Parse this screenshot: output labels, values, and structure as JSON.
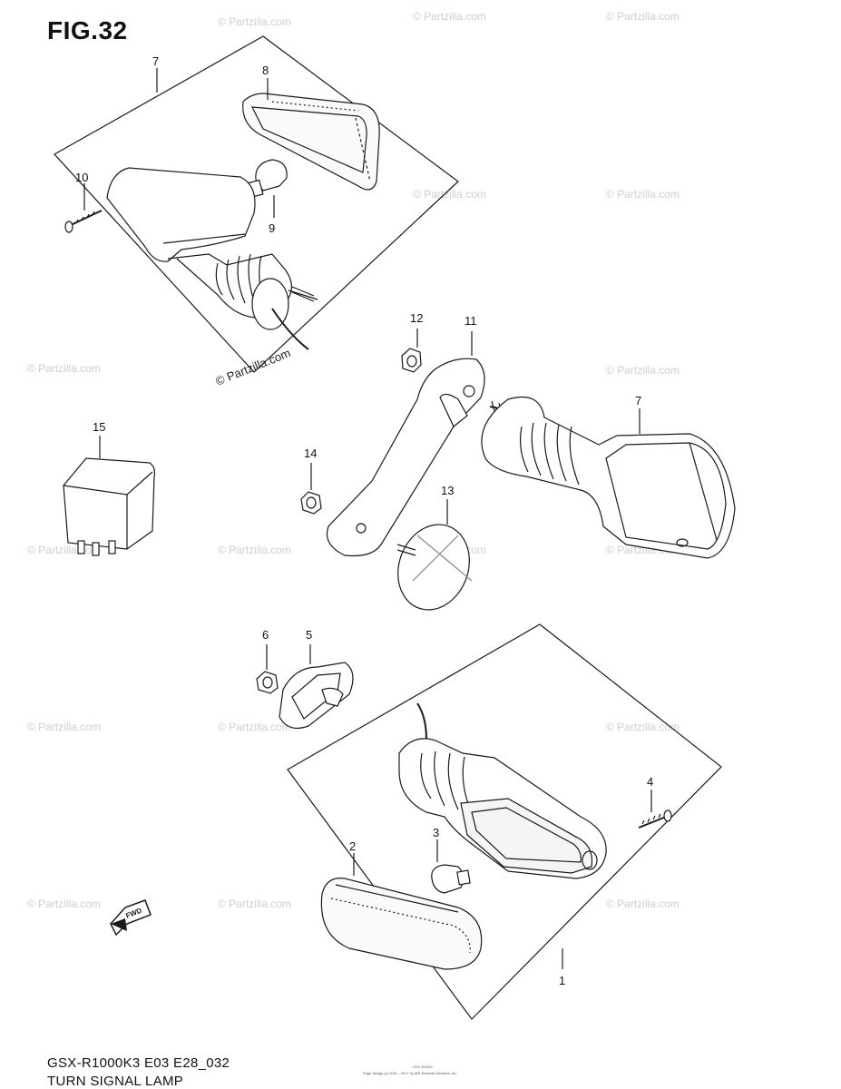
{
  "figure": {
    "title": "FIG.32"
  },
  "footer": {
    "model_code": "GSX-R1000K3 E03 E28_032",
    "section_name": "TURN SIGNAL LAMP",
    "small_text_1": "GSX-R1000",
    "small_text_2": "Page design (c) 2001 - 2017 by ARI Network Services, Inc."
  },
  "watermark": {
    "text": "© Partzilla.com"
  },
  "fwd_arrow": {
    "label": "FWD"
  },
  "callouts": [
    {
      "number": "7"
    },
    {
      "number": "8"
    },
    {
      "number": "10"
    },
    {
      "number": "9"
    },
    {
      "number": "12"
    },
    {
      "number": "11"
    },
    {
      "number": "7"
    },
    {
      "number": "15"
    },
    {
      "number": "14"
    },
    {
      "number": "13"
    },
    {
      "number": "6"
    },
    {
      "number": "5"
    },
    {
      "number": "4"
    },
    {
      "number": "3"
    },
    {
      "number": "2"
    },
    {
      "number": "1"
    }
  ],
  "parts": [
    {
      "ref": "1",
      "name": "lamp-assy-front-left"
    },
    {
      "ref": "2",
      "name": "lens"
    },
    {
      "ref": "3",
      "name": "bulb"
    },
    {
      "ref": "4",
      "name": "screw"
    },
    {
      "ref": "5",
      "name": "gasket"
    },
    {
      "ref": "6",
      "name": "nut"
    },
    {
      "ref": "7",
      "name": "lamp-assy"
    },
    {
      "ref": "8",
      "name": "lens"
    },
    {
      "ref": "9",
      "name": "bulb"
    },
    {
      "ref": "10",
      "name": "screw"
    },
    {
      "ref": "11",
      "name": "bracket"
    },
    {
      "ref": "12",
      "name": "nut"
    },
    {
      "ref": "13",
      "name": "cap"
    },
    {
      "ref": "14",
      "name": "nut"
    },
    {
      "ref": "15",
      "name": "relay"
    }
  ],
  "colors": {
    "line": "#1a1a1a",
    "watermark": "#cfcfcf",
    "background": "#ffffff"
  }
}
